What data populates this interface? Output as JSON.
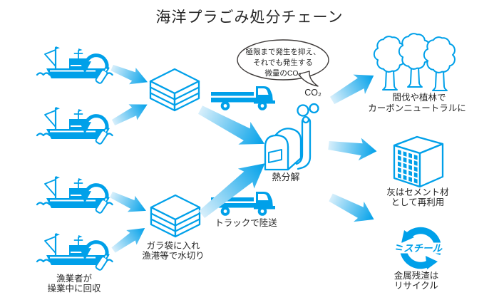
{
  "title": "海洋プラごみ処分チェーン",
  "colors": {
    "blue": "#00A0E9",
    "arrow-light": "#D8EFFB",
    "text": "#262626",
    "bubble": "#3E3A39"
  },
  "labels": {
    "fishermen": [
      "漁業者が",
      "操業中に回収"
    ],
    "bagging": [
      "ガラ袋に入れ",
      "漁港等で水切り"
    ],
    "truck": "トラックで陸送",
    "pyrolysis": "熱分解",
    "co2": "CO₂",
    "bubble": [
      "極限まで発生を抑え、",
      "それでも発生する",
      "微量のCO₂"
    ],
    "carbon_neutral": [
      "間伐や植林で",
      "カーボンニュートラルに"
    ],
    "cement": [
      "灰はセメント材",
      "として再利用"
    ],
    "steel_mark": "スチール",
    "metal": [
      "金属残渣は",
      "リサイクル"
    ]
  }
}
